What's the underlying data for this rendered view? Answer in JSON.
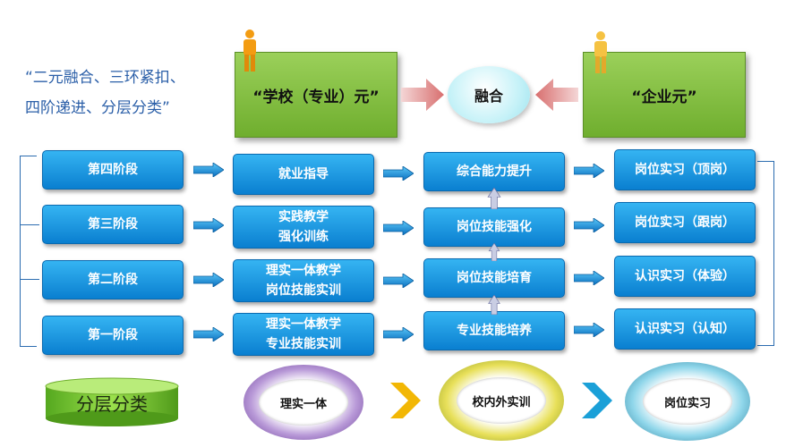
{
  "motto": {
    "line1": "“二元融合、三环紧扣、",
    "line2": "四阶递进、分层分类”"
  },
  "top": {
    "school": "“学校（专业）元”",
    "fusion": "融合",
    "enterprise": "“企业元”"
  },
  "stages": [
    "第四阶段",
    "第三阶段",
    "第二阶段",
    "第一阶段"
  ],
  "learning": [
    {
      "line1": "就业指导",
      "line2": ""
    },
    {
      "line1": "实践教学",
      "line2": "强化训练"
    },
    {
      "line1": "理实一体教学",
      "line2": "岗位技能实训"
    },
    {
      "line1": "理实一体教学",
      "line2": "专业技能实训"
    }
  ],
  "abilities": [
    "综合能力提升",
    "岗位技能强化",
    "岗位技能培育",
    "专业技能培养"
  ],
  "internships": [
    "岗位实习（顶岗）",
    "岗位实习（跟岗）",
    "认识实习（体验）",
    "认识实习（认知）"
  ],
  "bottom": {
    "layer_label": "分层分类",
    "ring1": "理实一体",
    "ring2": "校内外实训",
    "ring3": "岗位实习"
  },
  "colors": {
    "box_blue": "#0a7fd0",
    "green_box": "#7fbf3a",
    "accent_orange": "#f5a623",
    "arrow_pink": "#e58a8a"
  }
}
